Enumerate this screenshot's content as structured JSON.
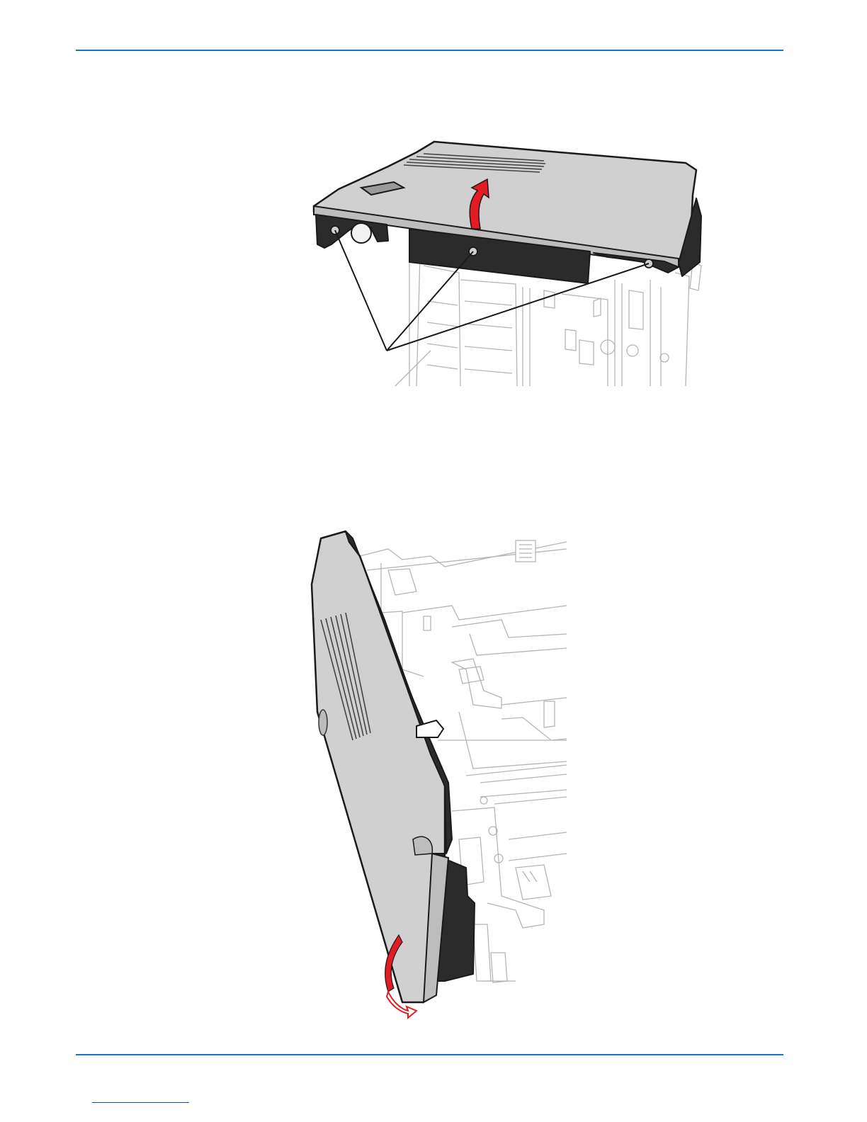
{
  "page": {
    "accent_color": "#1e73be",
    "link_color": "#1e4f9c",
    "arrow_color": "#e31b23"
  },
  "figures": [
    {
      "subject": "rear-cover-lift",
      "icons": [
        "arrow-curved-up-icon",
        "screw-icon"
      ],
      "callout_count": 3
    },
    {
      "subject": "side-cover-release",
      "icons": [
        "arrow-curved-rotate-icon"
      ]
    }
  ]
}
